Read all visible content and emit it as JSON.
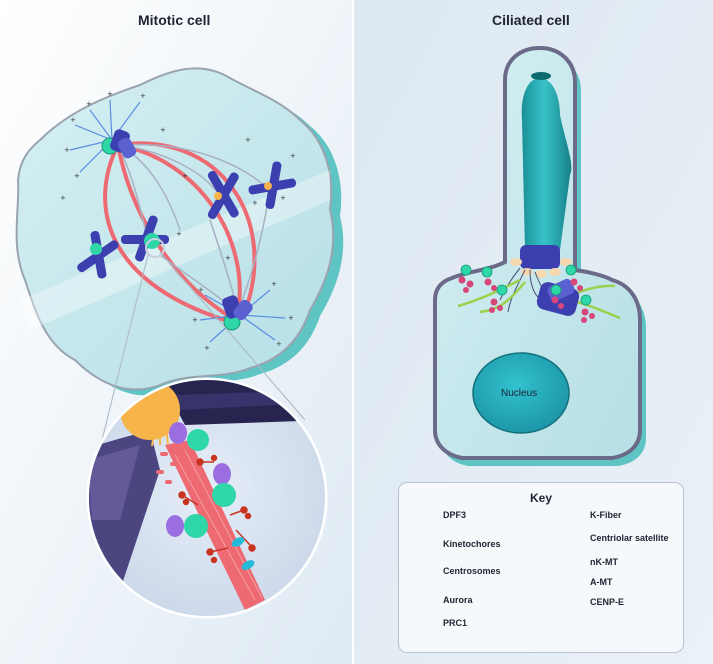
{
  "titles": {
    "mitotic": "Mitotic cell",
    "ciliated": "Ciliated cell"
  },
  "nucleus_label": "Nucleus",
  "key": {
    "title": "Key",
    "left": [
      "DPF3",
      "Kinetochores",
      "Centrosomes",
      "Aurora",
      "PRC1"
    ],
    "right": [
      "K-Fiber",
      "Centriolar satellite",
      "nK-MT",
      "A-MT",
      "CENP-E"
    ]
  },
  "colors": {
    "dpf3": "#2fd6a8",
    "kinetochore": "#f6b44a",
    "centrosome": "#3b3fb0",
    "aurora": "#9a6ee0",
    "prc1": "#27b9d8",
    "kfiber": "#ee6a73",
    "satellite": "#d8477a",
    "nkmt": "#a8b7cc",
    "amt": "#5a8de0",
    "cenpe": "#c8341f",
    "cell_fill": "#b9e3ea",
    "cilium": "#27aeb4"
  }
}
